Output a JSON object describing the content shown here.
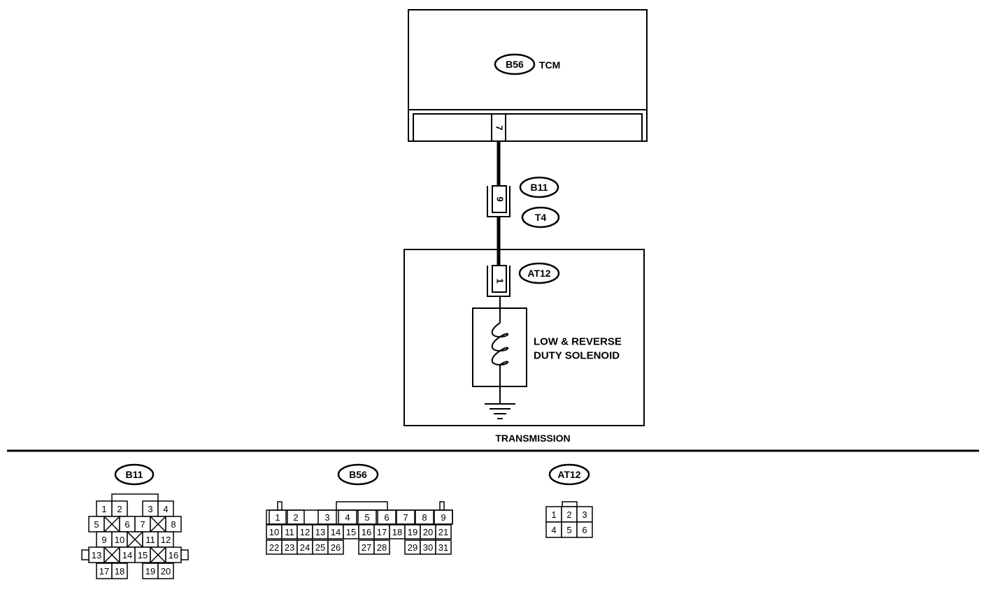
{
  "tcm": {
    "tag": "B56",
    "name": "TCM",
    "pin": "7"
  },
  "inline_connector": {
    "tag_top": "B11",
    "tag_bottom": "T4",
    "pin": "9"
  },
  "solenoid_connector": {
    "tag": "AT12",
    "pin": "1"
  },
  "solenoid": {
    "line1": "LOW & REVERSE",
    "line2": "DUTY SOLENOID"
  },
  "transmission_label": "TRANSMISSION",
  "connector_views": {
    "b11": {
      "tag": "B11",
      "rows": [
        [
          "1",
          "2",
          "3",
          "4"
        ],
        [
          "5",
          "6",
          "7",
          "8"
        ],
        [
          "9",
          "10",
          "11",
          "12"
        ],
        [
          "13",
          "14",
          "15",
          "16"
        ],
        [
          "17",
          "18",
          "19",
          "20"
        ]
      ]
    },
    "b56": {
      "tag": "B56",
      "rows": [
        [
          "1",
          "2",
          "3",
          "4",
          "5",
          "6",
          "7",
          "8",
          "9"
        ],
        [
          "10",
          "11",
          "12",
          "13",
          "14",
          "15",
          "16",
          "17",
          "18",
          "19",
          "20",
          "21"
        ],
        [
          "22",
          "23",
          "24",
          "25",
          "26",
          "27",
          "28",
          "29",
          "30",
          "31"
        ]
      ]
    },
    "at12": {
      "tag": "AT12",
      "rows": [
        [
          "1",
          "2",
          "3"
        ],
        [
          "4",
          "5",
          "6"
        ]
      ]
    }
  }
}
